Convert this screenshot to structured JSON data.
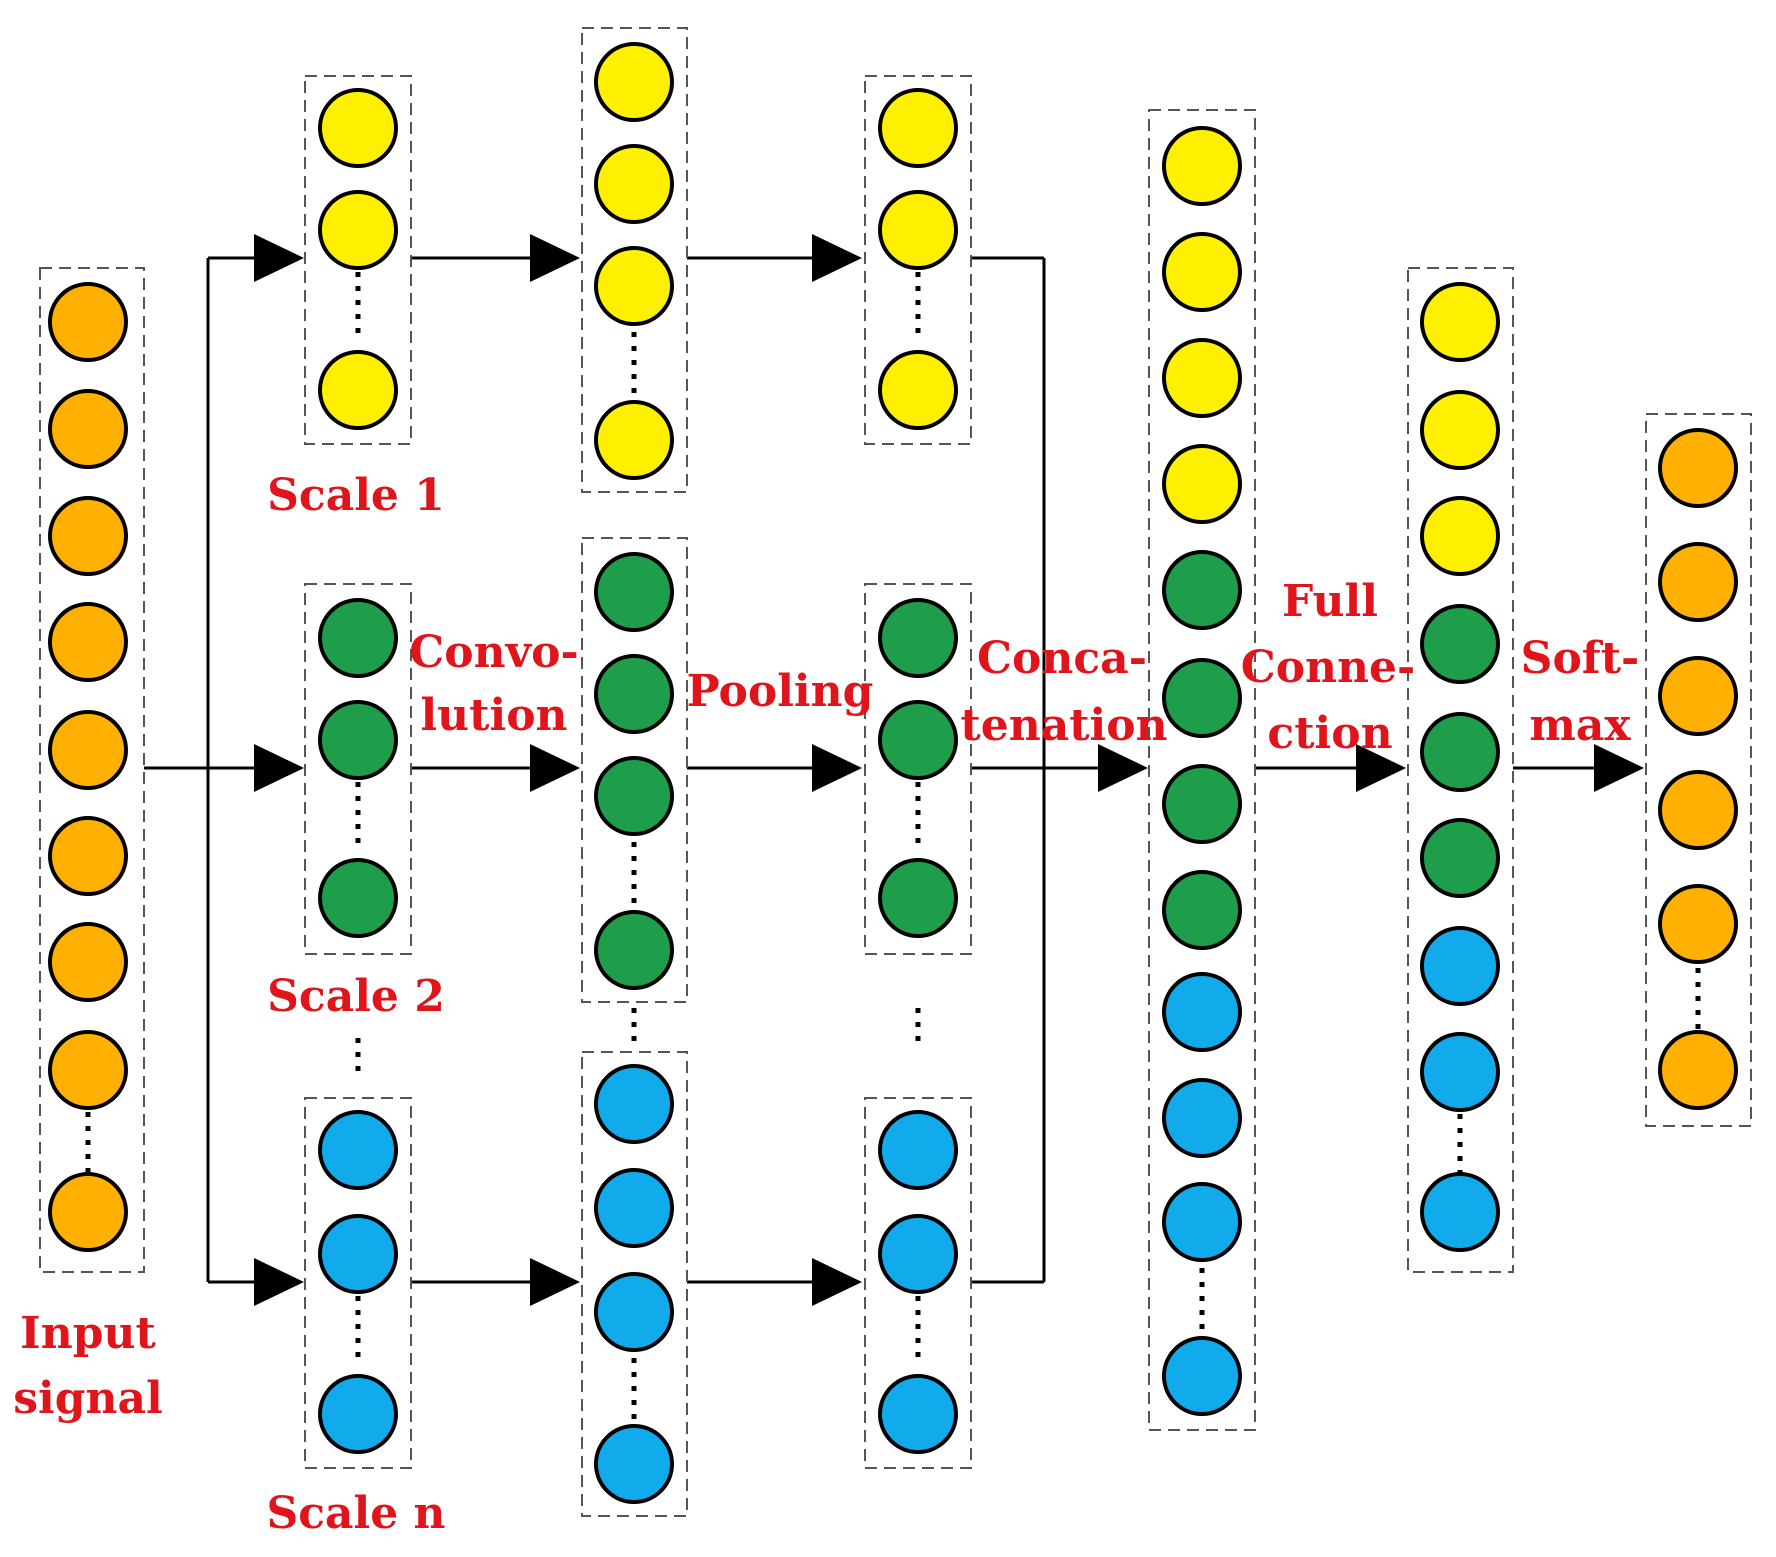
{
  "diagram": {
    "colors": {
      "orange": "#FFB000",
      "yellow": "#FFF000",
      "green": "#1E9E4A",
      "blue": "#11ABEB",
      "label": "#E0141B",
      "line": "#000000"
    },
    "labels": {
      "input": [
        "Input",
        "signal"
      ],
      "scale_1": "Scale 1",
      "scale_2": "Scale 2",
      "scale_n": "Scale n",
      "convolution": [
        "Convo-",
        "lution"
      ],
      "pooling": "Pooling",
      "concatenation": [
        "Conca-",
        "tenation"
      ],
      "full_connection": [
        "Full",
        "Conne-",
        "ction"
      ],
      "softmax": [
        "Soft-",
        "max"
      ]
    },
    "layers": [
      {
        "id": "input-signal",
        "nodes": [
          "orange",
          "orange",
          "orange",
          "orange",
          "orange",
          "orange",
          "orange",
          "orange",
          "dots",
          "orange"
        ]
      },
      {
        "id": "scale-1-input",
        "nodes": [
          "yellow",
          "yellow",
          "dots",
          "yellow"
        ]
      },
      {
        "id": "scale-1-conv",
        "nodes": [
          "yellow",
          "yellow",
          "yellow",
          "dots",
          "yellow"
        ]
      },
      {
        "id": "scale-1-pool",
        "nodes": [
          "yellow",
          "yellow",
          "dots",
          "yellow"
        ]
      },
      {
        "id": "scale-2-input",
        "nodes": [
          "green",
          "green",
          "dots",
          "green"
        ]
      },
      {
        "id": "scale-2-conv",
        "nodes": [
          "green",
          "green",
          "green",
          "dots",
          "green"
        ]
      },
      {
        "id": "scale-2-pool",
        "nodes": [
          "green",
          "green",
          "dots",
          "green"
        ]
      },
      {
        "id": "scale-n-input",
        "nodes": [
          "blue",
          "blue",
          "dots",
          "blue"
        ]
      },
      {
        "id": "scale-n-conv",
        "nodes": [
          "blue",
          "blue",
          "blue",
          "dots",
          "blue"
        ]
      },
      {
        "id": "scale-n-pool",
        "nodes": [
          "blue",
          "blue",
          "dots",
          "blue"
        ]
      },
      {
        "id": "concatenation",
        "nodes": [
          "yellow",
          "yellow",
          "yellow",
          "yellow",
          "green",
          "green",
          "green",
          "green",
          "blue",
          "blue",
          "blue",
          "dots",
          "blue"
        ]
      },
      {
        "id": "full-connection",
        "nodes": [
          "yellow",
          "yellow",
          "yellow",
          "green",
          "green",
          "green",
          "blue",
          "blue",
          "dots",
          "blue"
        ]
      },
      {
        "id": "softmax-output",
        "nodes": [
          "orange",
          "orange",
          "orange",
          "orange",
          "orange",
          "dots",
          "orange"
        ]
      }
    ]
  }
}
